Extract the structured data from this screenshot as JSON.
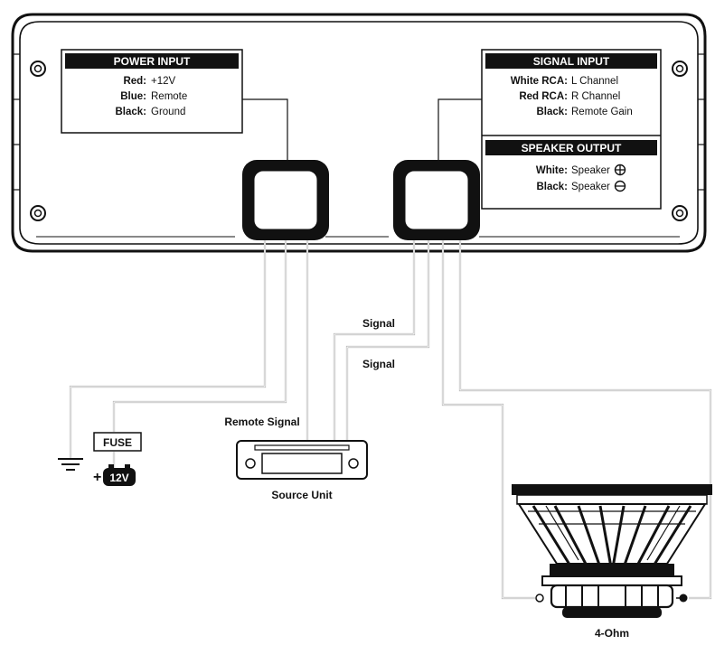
{
  "power_input": {
    "title": "POWER INPUT",
    "rows": [
      {
        "key": "Red:",
        "value": "+12V"
      },
      {
        "key": "Blue:",
        "value": "Remote"
      },
      {
        "key": "Black:",
        "value": "Ground"
      }
    ]
  },
  "signal_input": {
    "title": "SIGNAL INPUT",
    "rows": [
      {
        "key": "White RCA:",
        "value": "L Channel"
      },
      {
        "key": "Red RCA:",
        "value": "R Channel"
      },
      {
        "key": "Black:",
        "value": "Remote Gain"
      }
    ]
  },
  "speaker_output": {
    "title": "SPEAKER OUTPUT",
    "rows": [
      {
        "key": "White:",
        "value": "Speaker"
      },
      {
        "key": "Black:",
        "value": "Speaker"
      }
    ]
  },
  "labels": {
    "fuse": "FUSE",
    "battery": "12V",
    "battery_plus": "+",
    "remote_signal": "Remote Signal",
    "signal_1": "Signal",
    "signal_2": "Signal",
    "source_unit": "Source Unit",
    "impedance": "4-Ohm"
  }
}
